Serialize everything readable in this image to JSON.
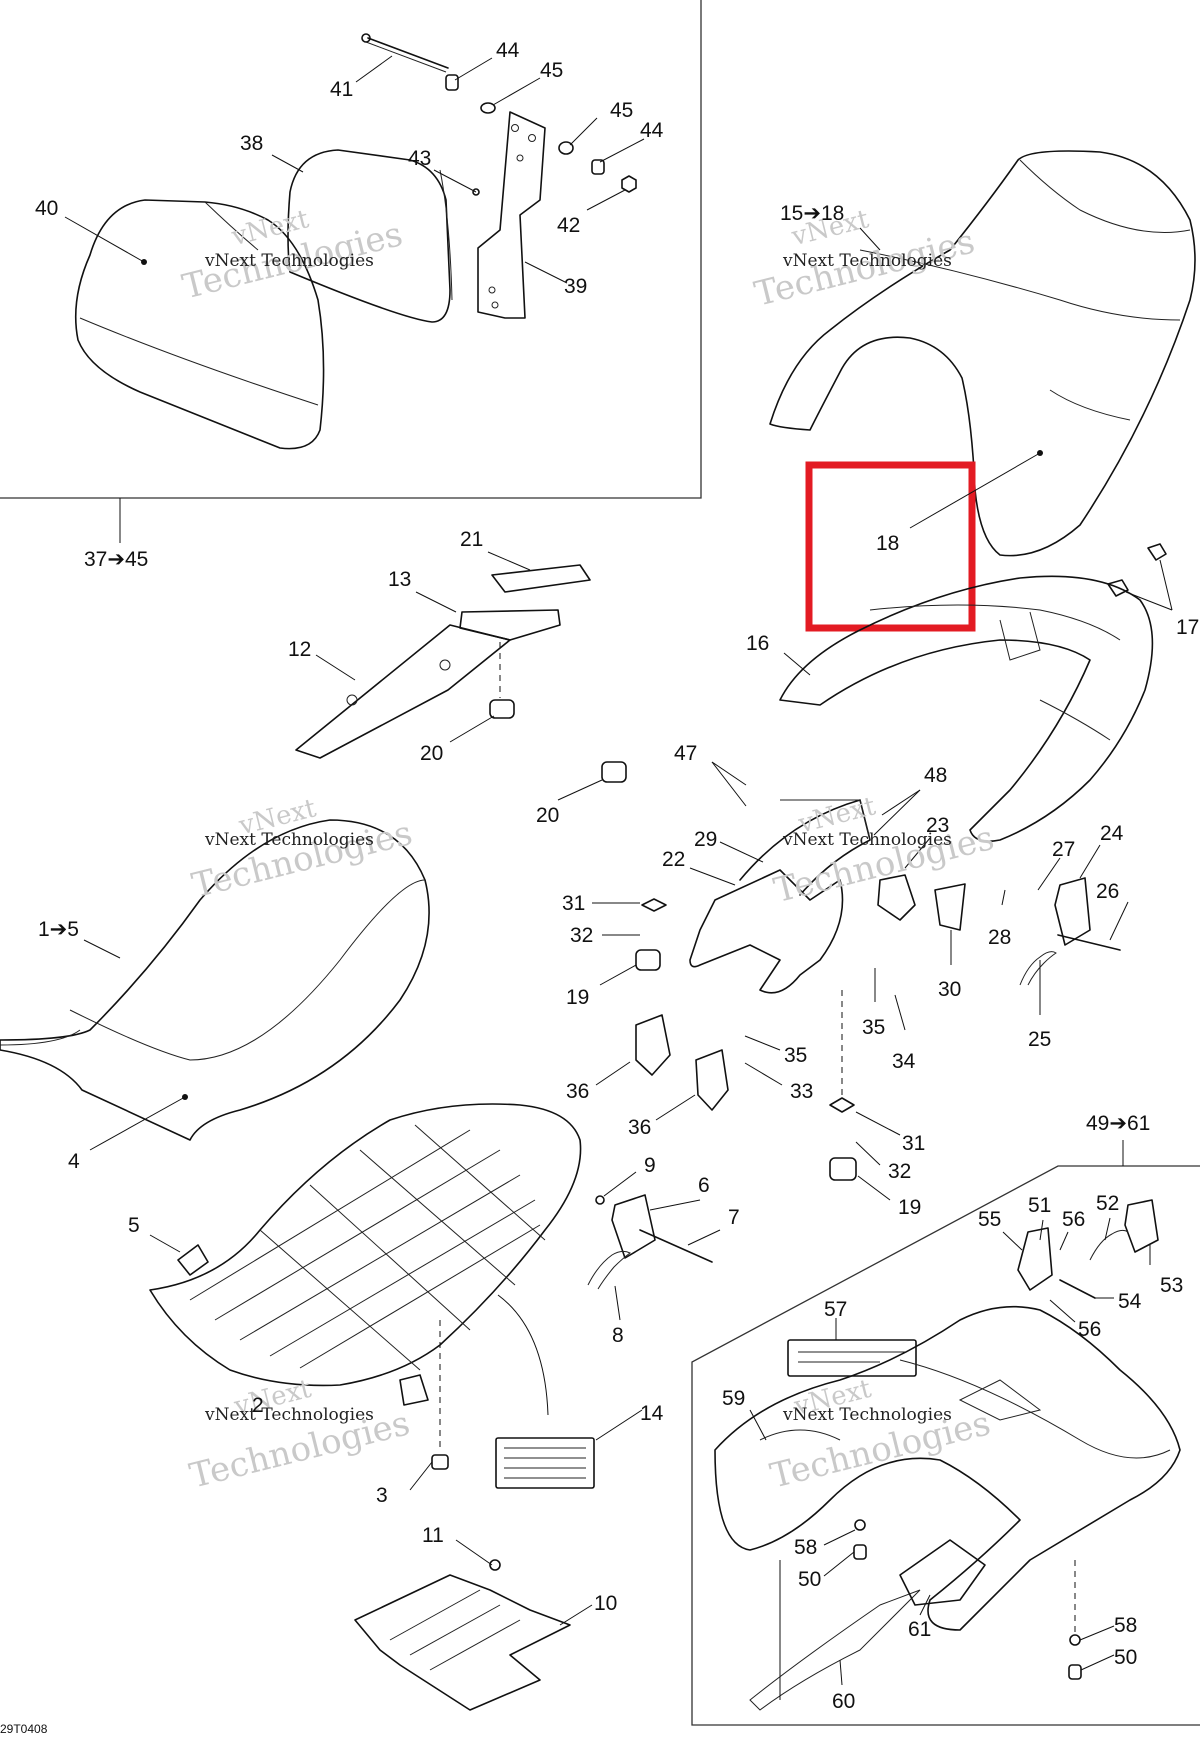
{
  "drawing_code": "29T0408",
  "watermark": {
    "line1": "vNext",
    "line2": "vNext Technologies",
    "line3": "Technologies"
  },
  "highlight_color": "#e31b23",
  "callouts": {
    "c40": "40",
    "c38": "38",
    "c41": "41",
    "c44a": "44",
    "c45a": "45",
    "c43": "43",
    "c45b": "45",
    "c44b": "44",
    "c42": "42",
    "c39": "39",
    "c37_45": "37➔45",
    "c15_18": "15➔18",
    "c18": "18",
    "c17": "17",
    "c16": "16",
    "c21": "21",
    "c13": "13",
    "c12": "12",
    "c20a": "20",
    "c20b": "20",
    "c47": "47",
    "c48": "48",
    "c29": "29",
    "c22": "22",
    "c23": "23",
    "c27": "27",
    "c24": "24",
    "c26": "26",
    "c28": "28",
    "c30": "30",
    "c25": "25",
    "c31a": "31",
    "c32a": "32",
    "c19a": "19",
    "c35a": "35",
    "c34": "34",
    "c35b": "35",
    "c33": "33",
    "c36a": "36",
    "c36b": "36",
    "c31b": "31",
    "c32b": "32",
    "c19b": "19",
    "c1_5": "1➔5",
    "c4": "4",
    "c9": "9",
    "c6": "6",
    "c7": "7",
    "c5": "5",
    "c8": "8",
    "c49_61": "49➔61",
    "c55": "55",
    "c51": "51",
    "c56a": "56",
    "c52": "52",
    "c53": "53",
    "c54": "54",
    "c56b": "56",
    "c57": "57",
    "c14": "14",
    "c2": "2",
    "c3": "3",
    "c59": "59",
    "c58a": "58",
    "c50a": "50",
    "c11": "11",
    "c10": "10",
    "c61": "61",
    "c60": "60",
    "c58b": "58",
    "c50b": "50"
  }
}
